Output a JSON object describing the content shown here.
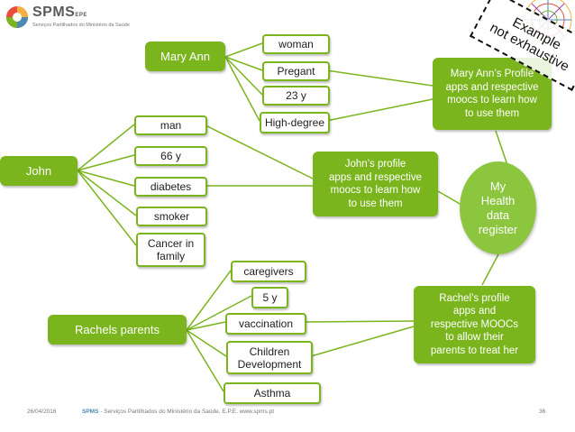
{
  "logo": {
    "title": "SPMS",
    "title_suffix": "EPE",
    "subtitle": "Serviços Partilhados do Ministério da Saúde"
  },
  "stamp": {
    "line1": "Example",
    "line2": "not exhaustive"
  },
  "nodes": {
    "john": "John",
    "mary_ann": "Mary Ann",
    "rachels_parents": "Rachels parents",
    "register": [
      "My",
      "Health",
      "data",
      "register"
    ]
  },
  "john_attributes": {
    "man": "man",
    "age": "66 y",
    "diabetes": "diabetes",
    "smoker": "smoker",
    "cancer": [
      "Cancer in",
      "family"
    ]
  },
  "mary_attributes": {
    "woman": "woman",
    "pregant": "Pregant",
    "age": "23 y",
    "degree": "High-degree"
  },
  "rachel_attributes": {
    "caregivers": "caregivers",
    "age": "5 y",
    "vaccination": "vaccination",
    "children_dev": [
      "Children",
      "Development"
    ],
    "asthma": "Asthma"
  },
  "profiles": {
    "john": [
      "John’s profile",
      "apps and respective",
      "moocs to learn how",
      "to use them"
    ],
    "mary": [
      "Mary Ann’s Profile",
      "apps and respective",
      "moocs to learn how",
      "to use them"
    ],
    "rachel": [
      "Rachel’s profile",
      "apps and",
      "respective MOOCs",
      "to allow their",
      "parents to treat her"
    ]
  },
  "footer": {
    "date": "26/04/2016",
    "brand": "SPMS",
    "text": " - Serviços Partilhados do Ministério da Saúde, E.P.E. www.spms.pt",
    "page": "36"
  },
  "colors": {
    "accent": "#7ab51d",
    "register": "#8cc63f",
    "line": "#7ab51d"
  }
}
